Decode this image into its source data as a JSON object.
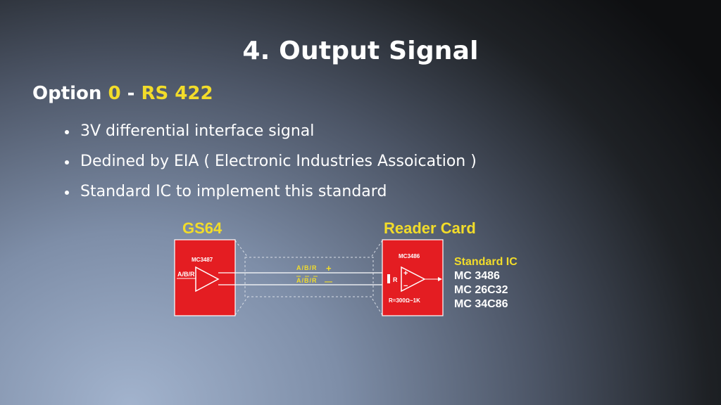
{
  "slide": {
    "title": "4. Output Signal",
    "subtitle_prefix": "Option ",
    "subtitle_option": "0",
    "subtitle_dash": " - ",
    "subtitle_standard": "RS 422"
  },
  "bullets": [
    "3V differential interface signal",
    "Dedined by EIA ( Electronic Industries Assoication )",
    "Standard IC to implement this standard"
  ],
  "diagram": {
    "left_block": {
      "heading": "GS64",
      "chip": "MC3487",
      "input_label": "A/B/R"
    },
    "right_block": {
      "heading": "Reader Card",
      "chip": "MC3486",
      "resistor_label": "R",
      "resistor_value": "R=300Ω~1K",
      "plus": "+",
      "minus": "−"
    },
    "lines": {
      "top_label": "A/B/R",
      "top_sign": "+",
      "bottom_label": "A/B/R",
      "bottom_sign": "—"
    },
    "standard_ic": {
      "heading": "Standard IC",
      "items": [
        "MC 3486",
        "MC 26C32",
        "MC 34C86"
      ]
    }
  },
  "colors": {
    "accent": "#f2dc2a",
    "chip_red": "#e41d22",
    "text": "#ffffff"
  }
}
